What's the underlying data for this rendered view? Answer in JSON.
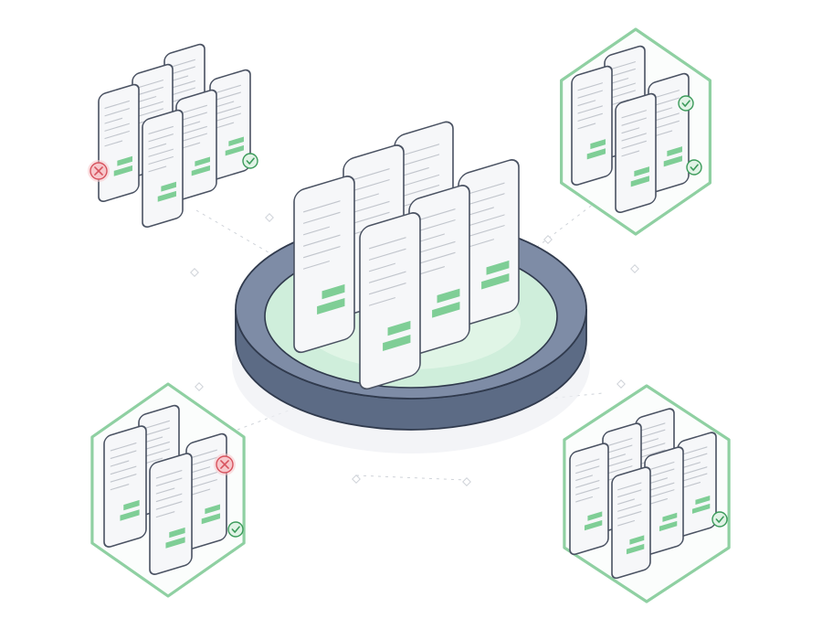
{
  "illustration": {
    "palette": {
      "background": "#ffffff",
      "ring_dark": "#5c6b85",
      "ring_inner_wall": "#7e8ca6",
      "ring_outline": "#303a4d",
      "ring_floor": "#cfeedb",
      "hex_border": "#8fd0a2",
      "hex_fill": "#fbfdfc",
      "card_fill": "#f6f7f9",
      "card_outline": "#4a5262",
      "card_text_lines": "#c2c6cd",
      "green_blocks": "#7fce96",
      "check_badge": "#e1f3e6",
      "check_mark": "#3c9b5b",
      "error_badge": "#f7c7cb",
      "error_mark": "#d7535e",
      "connector": "#cfd3d9"
    },
    "center_hub": {
      "description_icon": "ring-platform-icon",
      "document_count": 6
    },
    "clusters": [
      {
        "id": "top-left",
        "has_hex_border": false,
        "document_count": 6,
        "badges": [
          "error-icon",
          "check-icon"
        ]
      },
      {
        "id": "top-right",
        "has_hex_border": true,
        "document_count": 4,
        "badges": [
          "check-icon",
          "check-icon"
        ]
      },
      {
        "id": "bottom-left",
        "has_hex_border": true,
        "document_count": 4,
        "badges": [
          "error-icon",
          "check-icon"
        ]
      },
      {
        "id": "bottom-right",
        "has_hex_border": true,
        "document_count": 6,
        "badges": [
          "check-icon"
        ]
      }
    ]
  }
}
